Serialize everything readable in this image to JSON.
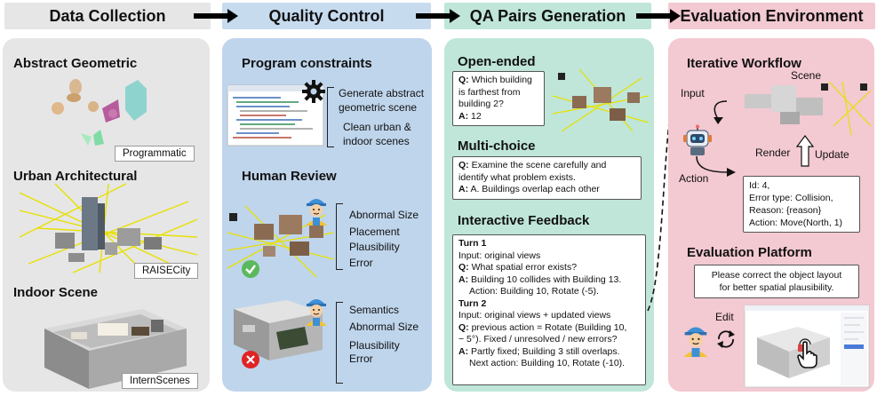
{
  "headers": {
    "data_collection": "Data Collection",
    "quality_control": "Quality Control",
    "qa_generation": "QA Pairs Generation",
    "evaluation_env": "Evaluation Environment"
  },
  "data_collection": {
    "abstract_title": "Abstract Geometric",
    "abstract_tag": "Programmatic",
    "urban_title": "Urban Architectural",
    "urban_tag": "RAISECity",
    "indoor_title": "Indoor Scene",
    "indoor_tag": "InternScenes"
  },
  "quality_control": {
    "program_title": "Program constraints",
    "gen_line1": "Generate abstract",
    "gen_line2": "geometric scene",
    "clean_line1": "Clean urban &",
    "clean_line2": "indoor scenes",
    "human_title": "Human Review",
    "review1": [
      "Abnormal Size",
      "Placement",
      "Plausibility",
      "Error"
    ],
    "review2": [
      "Semantics",
      "Abnormal Size",
      "Plausibility",
      "Error"
    ]
  },
  "qa": {
    "open_title": "Open-ended",
    "open_q_label": "Q:",
    "open_q": "Which building is farthest from building 2?",
    "open_a_label": "A:",
    "open_a": "12",
    "multi_title": "Multi-choice",
    "multi_q_label": "Q:",
    "multi_q": "Examine the scene carefully and identify what problem exists.",
    "multi_a_label": "A:",
    "multi_a": "A. Buildings overlap each other",
    "inter_title": "Interactive Feedback",
    "turn1": "Turn 1",
    "t1_input": "Input: original views",
    "t1_q_label": "Q:",
    "t1_q": "What spatial error exists?",
    "t1_a_label": "A:",
    "t1_a": "Building 10 collides with Building 13.",
    "t1_action": "Action: Building 10, Rotate (-5).",
    "turn2": "Turn 2",
    "t2_input": "Input: original views + updated views",
    "t2_q_label": "Q:",
    "t2_q1": "previous action = Rotate (Building 10,",
    "t2_q2": "− 5°). Fixed / unresolved / new errors?",
    "t2_a_label": "A:",
    "t2_a": "Partly fixed; Building 3 still overlaps.",
    "t2_next": "Next action: Building 10, Rotate (-10)."
  },
  "evaluation": {
    "iter_title": "Iterative Workflow",
    "input_label": "Input",
    "scene_label": "Scene",
    "render_label": "Render",
    "update_label": "Update",
    "action_label": "Action",
    "info_lines": [
      "Id:  4,",
      "Error type: Collision,",
      "Reason: {reason}",
      "Action:  Move(North, 1)"
    ],
    "platform_title": "Evaluation Platform",
    "platform_msg1": "Please correct the object layout",
    "platform_msg2": "for better spatial plausibility.",
    "edit_label": "Edit"
  }
}
